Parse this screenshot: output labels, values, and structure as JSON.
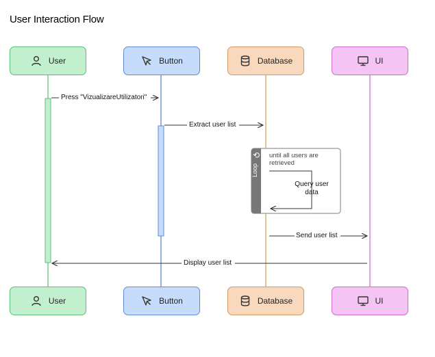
{
  "title": "User Interaction Flow",
  "participants": [
    {
      "id": "user",
      "label": "User",
      "icon": "user-icon",
      "fill": "#c2f0cf",
      "stroke": "#5bbd78"
    },
    {
      "id": "button",
      "label": "Button",
      "icon": "cursor-pointer-icon",
      "fill": "#c7dcfa",
      "stroke": "#5d8bd6"
    },
    {
      "id": "database",
      "label": "Database",
      "icon": "database-icon",
      "fill": "#f8d9be",
      "stroke": "#d59a61"
    },
    {
      "id": "ui",
      "label": "UI",
      "icon": "monitor-icon",
      "fill": "#f4c5f4",
      "stroke": "#d068d0"
    }
  ],
  "messages": [
    {
      "from": "user",
      "to": "button",
      "label": "Press \"VizualizareUtilizatori\""
    },
    {
      "from": "button",
      "to": "database",
      "label": "Extract user list"
    },
    {
      "from": "database",
      "to": "database",
      "label": "Query user data"
    },
    {
      "from": "database",
      "to": "ui",
      "label": "Send user list"
    },
    {
      "from": "ui",
      "to": "user",
      "label": "Display user list"
    }
  ],
  "loop": {
    "tag": "Loop",
    "condition": "until all users are retrieved"
  }
}
